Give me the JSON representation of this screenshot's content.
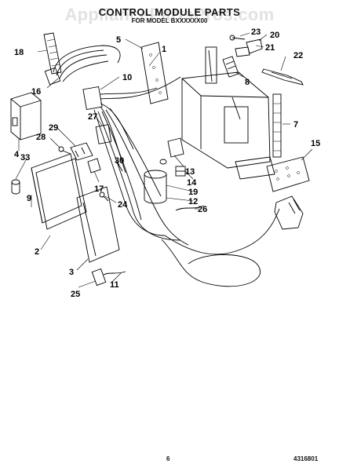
{
  "header": {
    "title": "CONTROL MODULE PARTS",
    "subtitle": "FOR MODEL BXXXXXX00"
  },
  "watermark": "AppliancePartsPros.com",
  "footer": {
    "page_number": "6",
    "doc_number": "4316801"
  },
  "callouts": [
    "1",
    "2",
    "3",
    "4",
    "5",
    "7",
    "8",
    "9",
    "10",
    "11",
    "12",
    "13",
    "14",
    "15",
    "16",
    "17",
    "18",
    "19",
    "20",
    "21",
    "22",
    "23",
    "24",
    "25",
    "26",
    "27",
    "28",
    "29",
    "30",
    "33"
  ]
}
